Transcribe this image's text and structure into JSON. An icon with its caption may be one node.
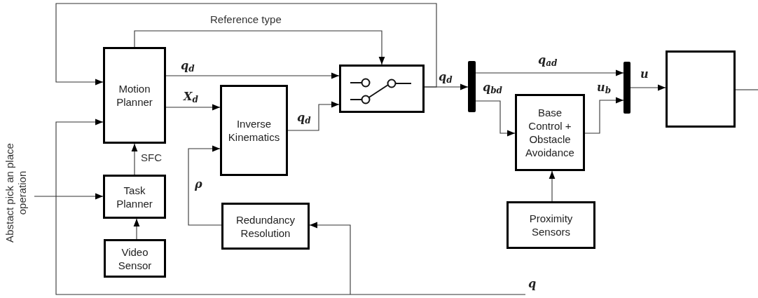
{
  "diagram": {
    "nodes": [
      {
        "text": [
          "Motion Planner"
        ]
      },
      {
        "text": [
          "Inverse Kinematics"
        ]
      },
      {
        "text": [
          "Task Planner"
        ]
      },
      {
        "text": [
          "Video Sensor"
        ]
      },
      {
        "text": [
          "Redundancy Resolution"
        ]
      },
      {
        "text": [],
        "shape": "box"
      },
      {
        "text": [],
        "shape": "bar"
      },
      {
        "text": [
          "Base Control + Obstacle Avoidance"
        ]
      },
      {
        "text": [
          "Proximity Sensors"
        ]
      },
      {
        "text": [],
        "shape": "bar"
      },
      {
        "text": [],
        "shape": "box"
      },
      {
        "text": [
          "Abstact pick an place operation"
        ]
      }
    ],
    "edges": [
      {
        "from": 0,
        "to": 5,
        "arrow": "to",
        "label": "q$_{d}$"
      },
      {
        "from": 0,
        "to": 1,
        "arrow": "to",
        "label": "X$_{d}$"
      },
      {
        "from": 1,
        "to": 5,
        "arrow": "to",
        "label": "q$_{d}$"
      },
      {
        "from": 0,
        "to": 5,
        "arrow": "to",
        "label": "Reference type"
      },
      {
        "from": 5,
        "to": 6,
        "arrow": "to",
        "label": "q$_{d}$"
      },
      {
        "from": 5,
        "to": 0,
        "arrow": "to"
      },
      {
        "from": 2,
        "to": 0,
        "arrow": "to",
        "label": "SFC"
      },
      {
        "from": 3,
        "to": 2,
        "arrow": "to"
      },
      {
        "from": 11,
        "to": 2,
        "arrow": "to"
      },
      {
        "from": 4,
        "to": 1,
        "arrow": "to",
        "label": "ρ"
      },
      {
        "from": 6,
        "to": 9,
        "arrow": "to",
        "label": "q$_{a}$$_{d}$"
      },
      {
        "from": 6,
        "to": 7,
        "arrow": "to",
        "label": "q$_{b}$$_{d}$"
      },
      {
        "from": 7,
        "to": 9,
        "arrow": "to",
        "label": "u$_{b}$"
      },
      {
        "from": 8,
        "to": 7,
        "arrow": "to"
      },
      {
        "from": 9,
        "to": 10,
        "arrow": "to",
        "label": "u"
      },
      {
        "from": 10,
        "to": null,
        "arrow": "none"
      },
      {
        "from": null,
        "to": 0,
        "arrow": "to",
        "label": "q"
      },
      {
        "from": null,
        "to": 4,
        "arrow": "to"
      }
    ]
  }
}
